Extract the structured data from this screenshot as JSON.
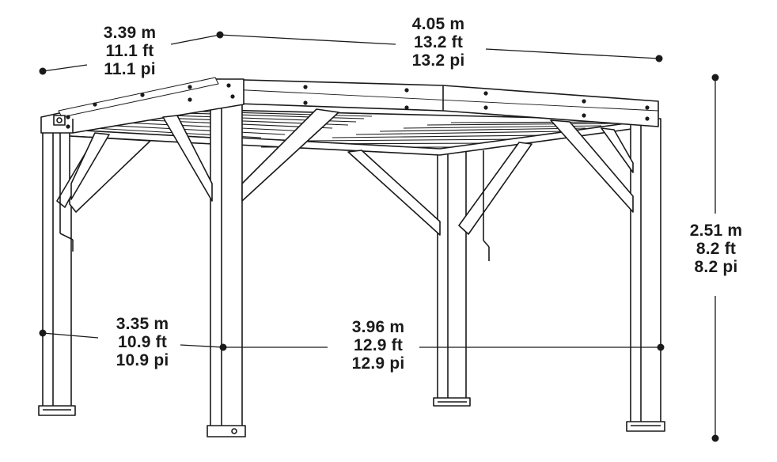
{
  "diagram": {
    "subject": "pergola-line-drawing",
    "colors": {
      "line": "#1a1a1a",
      "background": "#ffffff"
    },
    "dimensions": {
      "depth_top": {
        "m": "3.39 m",
        "ft": "11.1 ft",
        "pi": "11.1 pi"
      },
      "width_top": {
        "m": "4.05 m",
        "ft": "13.2 ft",
        "pi": "13.2 pi"
      },
      "height": {
        "m": "2.51 m",
        "ft": "8.2 ft",
        "pi": "8.2 pi"
      },
      "depth_base": {
        "m": "3.35 m",
        "ft": "10.9 ft",
        "pi": "10.9 pi"
      },
      "width_base": {
        "m": "3.96 m",
        "ft": "12.9 ft",
        "pi": "12.9 pi"
      }
    }
  }
}
